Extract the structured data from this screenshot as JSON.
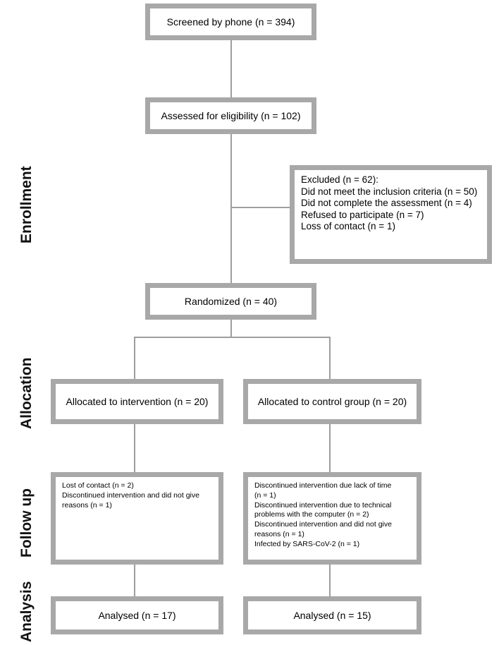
{
  "diagram": {
    "type": "consort-flow-diagram",
    "title": "CONSORT participant flow",
    "border_color": "#a8a8a8",
    "connector_color": "#9e9e9e",
    "background": "#ffffff"
  },
  "stages": [
    {
      "id": "enrollment",
      "label": "Enrollment"
    },
    {
      "id": "allocation",
      "label": "Allocation"
    },
    {
      "id": "followup",
      "label": "Follow up"
    },
    {
      "id": "analysis",
      "label": "Analysis"
    }
  ],
  "nodes": {
    "screened": {
      "label": "Screened by phone (n = 394)",
      "n": 394
    },
    "assessed": {
      "label": "Assessed for eligibility (n = 102)",
      "n": 102
    },
    "excluded": {
      "lines": [
        "Excluded (n = 62):",
        "Did not meet the inclusion criteria (n = 50)",
        "Did not complete the assessment (n = 4)",
        "Refused to participate (n = 7)",
        "Loss of contact (n = 1)"
      ],
      "n": 62
    },
    "randomized": {
      "label": "Randomized (n = 40)",
      "n": 40
    },
    "allocated_intervention": {
      "label": "Allocated to intervention (n = 20)",
      "n": 20
    },
    "allocated_control": {
      "label": "Allocated to control group (n = 20)",
      "n": 20
    },
    "followup_intervention": {
      "lines": [
        "Lost of contact (n = 2)",
        "Discontinued intervention and did not give",
        "reasons (n = 1)"
      ]
    },
    "followup_control": {
      "lines": [
        "Discontinued intervention due lack of time",
        "(n = 1)",
        "Discontinued intervention due to technical",
        "problems with the computer (n = 2)",
        "Discontinued intervention and did not give",
        "reasons (n = 1)",
        "Infected by SARS-CoV-2 (n = 1)"
      ]
    },
    "analysed_intervention": {
      "label": "Analysed (n = 17)",
      "n": 17
    },
    "analysed_control": {
      "label": "Analysed (n = 15)",
      "n": 15
    }
  },
  "chart_data": {
    "type": "diagram",
    "title": "CONSORT flow diagram",
    "stages": [
      "Enrollment",
      "Allocation",
      "Follow up",
      "Analysis"
    ],
    "counts": {
      "screened_by_phone": 394,
      "assessed_for_eligibility": 102,
      "excluded_total": 62,
      "excluded_did_not_meet_inclusion_criteria": 50,
      "excluded_did_not_complete_assessment": 4,
      "excluded_refused_to_participate": 7,
      "excluded_loss_of_contact": 1,
      "randomized": 40,
      "allocated_intervention": 20,
      "allocated_control": 20,
      "intervention_lost_of_contact": 2,
      "intervention_discontinued_no_reason": 1,
      "control_discontinued_lack_of_time": 1,
      "control_discontinued_technical_problems": 2,
      "control_discontinued_no_reason": 1,
      "control_infected_sars_cov_2": 1,
      "analysed_intervention": 17,
      "analysed_control": 15
    }
  }
}
